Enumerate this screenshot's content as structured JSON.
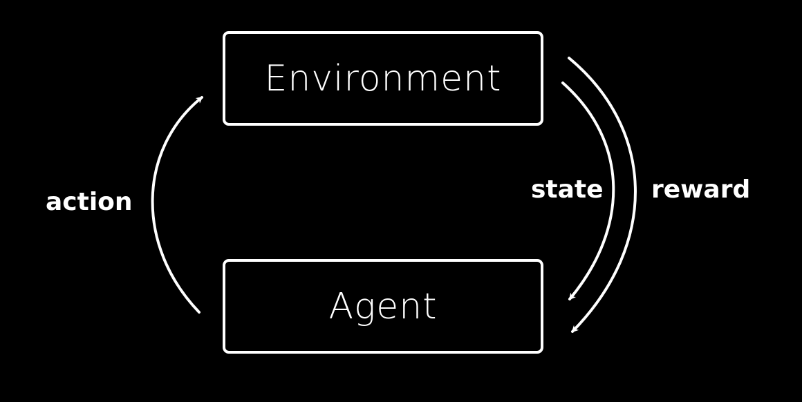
{
  "diagram": {
    "nodes": {
      "environment": "Environment",
      "agent": "Agent"
    },
    "edges": {
      "action": "action",
      "state": "state",
      "reward": "reward"
    }
  },
  "colors": {
    "background": "#000000",
    "foreground": "#ffffff"
  }
}
